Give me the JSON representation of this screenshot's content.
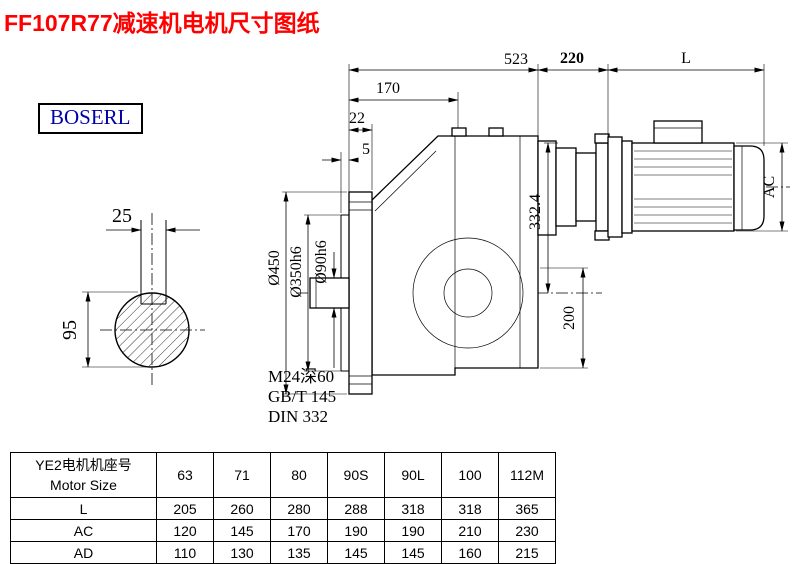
{
  "title": "FF107R77减速机电机尺寸图纸",
  "brand": "BOSERL",
  "colors": {
    "title": "#ff0000",
    "brand_text": "#0000a8",
    "line": "#000000"
  },
  "dims": {
    "total_len": "523",
    "adapter_len": "220",
    "motor_len": "L",
    "d170": "170",
    "d22": "22",
    "d5": "5",
    "flange_dia": "Ø450",
    "spigot_dia": "Ø350h6",
    "shaft_dia": "Ø90h6",
    "d3324": "332.4",
    "d200": "200",
    "ac": "AC",
    "key_w": "25",
    "key_h": "95",
    "tap": "M24深60",
    "std_gb": "GB/T 145",
    "std_din": "DIN 332"
  },
  "table": {
    "header_cn": "YE2电机机座号",
    "header_en": "Motor Size",
    "sizes": [
      "63",
      "71",
      "80",
      "90S",
      "90L",
      "100",
      "112M"
    ],
    "rows": [
      {
        "label": "L",
        "values": [
          "205",
          "260",
          "280",
          "288",
          "318",
          "318",
          "365"
        ]
      },
      {
        "label": "AC",
        "values": [
          "120",
          "145",
          "170",
          "190",
          "190",
          "210",
          "230"
        ]
      },
      {
        "label": "AD",
        "values": [
          "110",
          "130",
          "135",
          "145",
          "145",
          "160",
          "215"
        ]
      }
    ]
  }
}
